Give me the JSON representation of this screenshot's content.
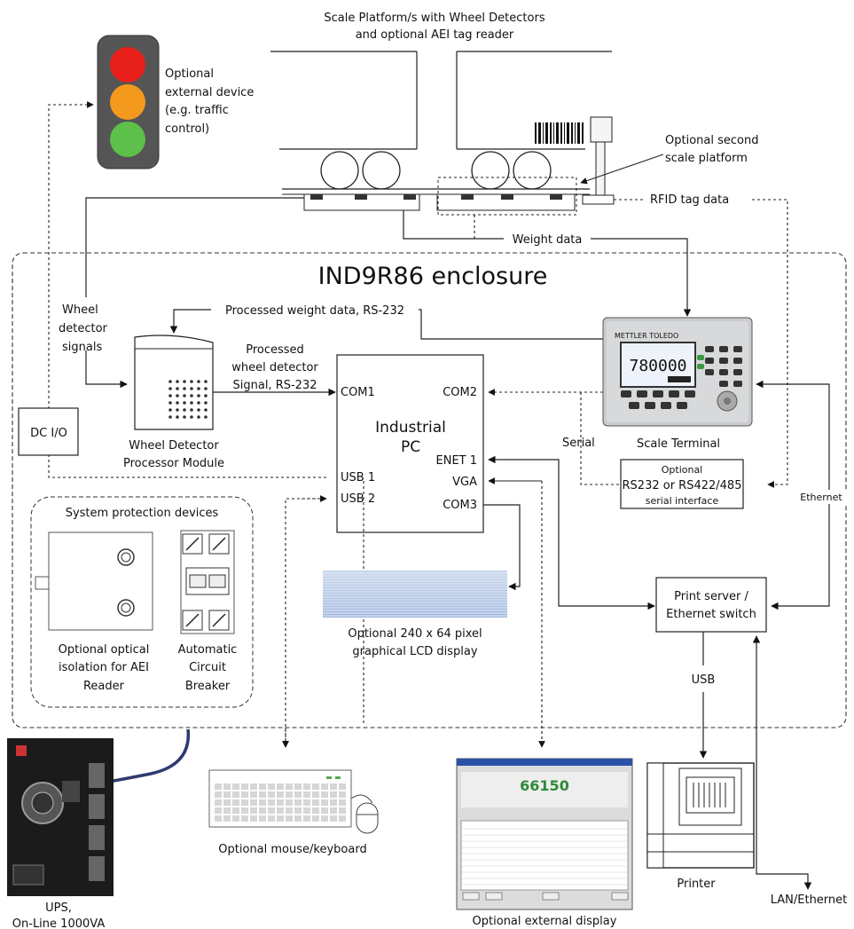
{
  "labels": {
    "platform_line1": "Scale Platform/s with Wheel Detectors",
    "platform_line2": "and optional AEI tag reader",
    "traffic_1": "Optional",
    "traffic_2": "external device",
    "traffic_3": "(e.g. traffic",
    "traffic_4": "control)",
    "second_platform_1": "Optional second",
    "second_platform_2": "scale platform",
    "rfid": "RFID tag data",
    "weight_data": "Weight data",
    "enclosure": "IND9R86 enclosure",
    "processed_weight": "Processed weight data, RS-232",
    "wheel_sig_1": "Wheel",
    "wheel_sig_2": "detector",
    "wheel_sig_3": "signals",
    "proc_wheel_1": "Processed",
    "proc_wheel_2": "wheel detector",
    "proc_wheel_3": "Signal, RS-232",
    "dcio": "DC I/O",
    "wdpm_1": "Wheel Detector",
    "wdpm_2": "Processor Module",
    "ipc_1": "Industrial",
    "ipc_2": "PC",
    "com1": "COM1",
    "com2": "COM2",
    "com3": "COM3",
    "usb1": "USB 1",
    "usb2": "USB 2",
    "enet1": "ENET 1",
    "vga": "VGA",
    "serial": "Serial",
    "scale_terminal": "Scale Terminal",
    "serial_if_1": "Optional",
    "serial_if_2": "RS232 or RS422/485",
    "serial_if_3": "serial interface",
    "ethernet": "Ethernet",
    "protection": "System protection devices",
    "optical_1": "Optional optical",
    "optical_2": "isolation for AEI",
    "optical_3": "Reader",
    "breaker_1": "Automatic",
    "breaker_2": "Circuit",
    "breaker_3": "Breaker",
    "lcd_1": "Optional 240  x 64 pixel",
    "lcd_2": "graphical LCD display",
    "print_server_1": "Print server /",
    "print_server_2": "Ethernet switch",
    "usb": "USB",
    "ups_1": "UPS,",
    "ups_2": "On-Line 1000VA",
    "keyboard": "Optional mouse/keyboard",
    "ext_display": "Optional external display",
    "printer": "Printer",
    "lan": "LAN/Ethernet"
  },
  "terminal": {
    "brand": "METTLER TOLEDO",
    "reading": "780000"
  },
  "ext_screen": {
    "reading": "66150"
  },
  "colors": {
    "red_light": "#e8201c",
    "amber_light": "#f39a1e",
    "green_light": "#5cc04a"
  }
}
